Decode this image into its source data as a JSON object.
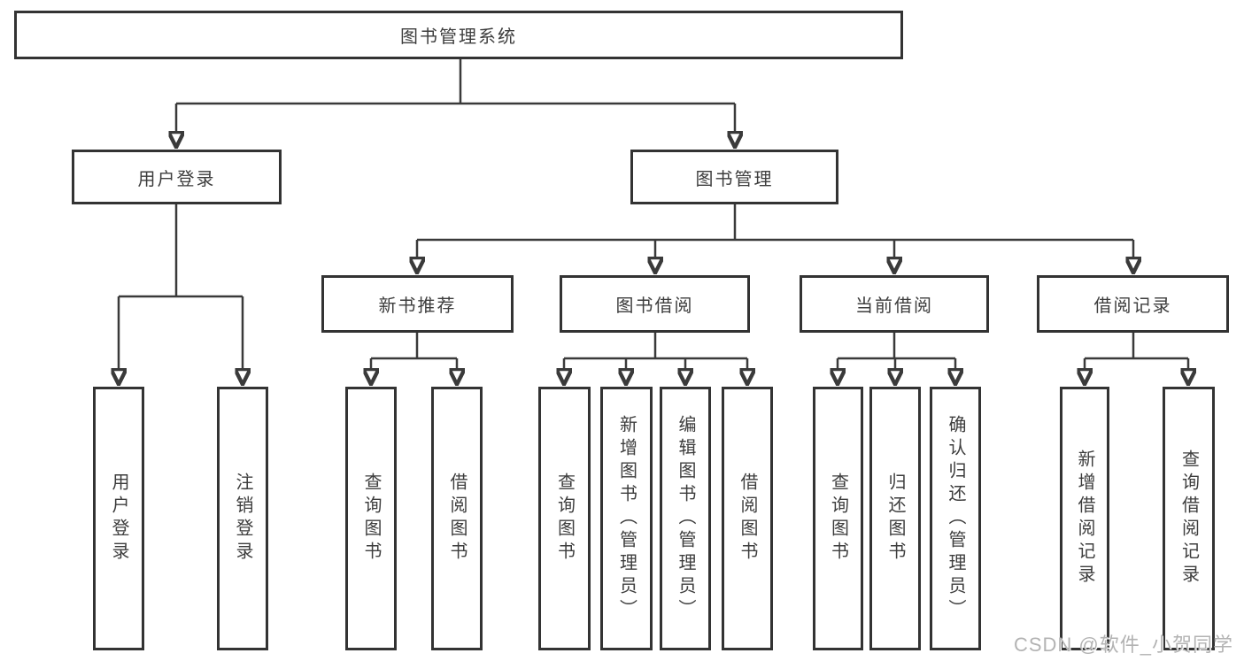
{
  "tree": {
    "label": "图书管理系统",
    "children": [
      {
        "label": "用户登录",
        "children": [
          {
            "label": "用户登录"
          },
          {
            "label": "注销登录"
          }
        ]
      },
      {
        "label": "图书管理",
        "children": [
          {
            "label": "新书推荐",
            "children": [
              {
                "label": "查询图书"
              },
              {
                "label": "借阅图书"
              }
            ]
          },
          {
            "label": "图书借阅",
            "children": [
              {
                "label": "查询图书"
              },
              {
                "label": "新增图书（管理员）"
              },
              {
                "label": "编辑图书（管理员）"
              },
              {
                "label": "借阅图书"
              }
            ]
          },
          {
            "label": "当前借阅",
            "children": [
              {
                "label": "查询图书"
              },
              {
                "label": "归还图书"
              },
              {
                "label": "确认归还（管理员）"
              }
            ]
          },
          {
            "label": "借阅记录",
            "children": [
              {
                "label": "新增借阅记录"
              },
              {
                "label": "查询借阅记录"
              }
            ]
          }
        ]
      }
    ]
  },
  "watermark": "CSDN @软件_小贺同学",
  "colors": {
    "line": "#3a3a3a",
    "box_border": "#333333",
    "text": "#3d3d3d",
    "watermark": "#b3b3b3",
    "background": "#ffffff"
  }
}
